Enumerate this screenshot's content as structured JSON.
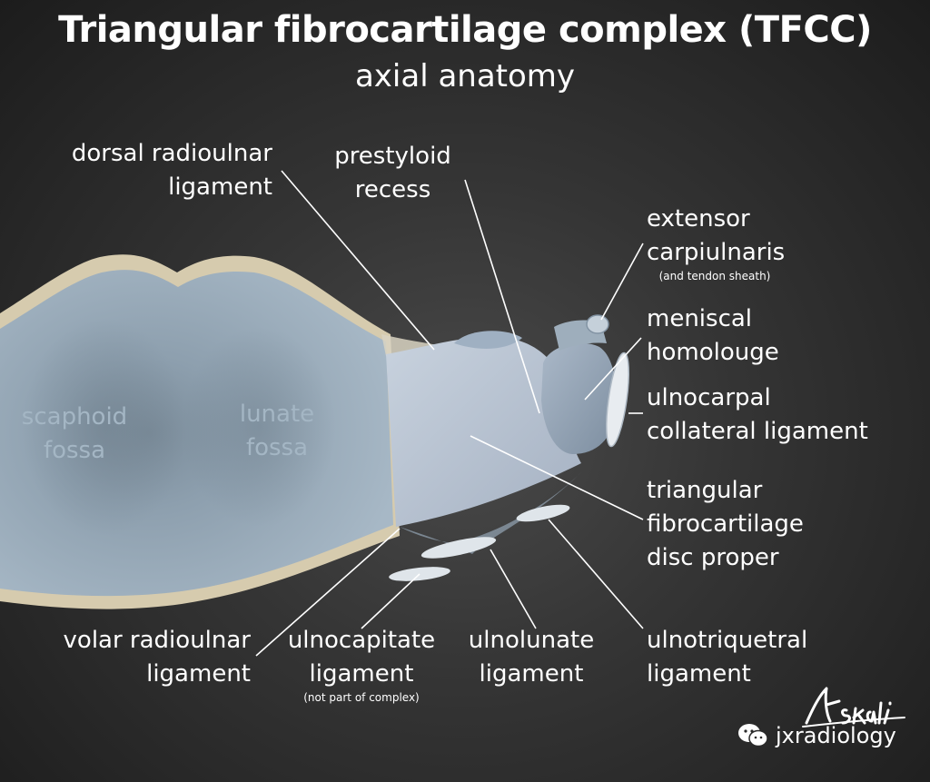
{
  "title": "Triangular fibrocartilage complex (TFCC)",
  "subtitle": "axial anatomy",
  "fossae": {
    "scaphoid": [
      "scaphoid",
      "fossa"
    ],
    "lunate": [
      "lunate",
      "fossa"
    ]
  },
  "labels": {
    "dorsal_radioulnar": [
      "dorsal radioulnar",
      "ligament"
    ],
    "prestyloid_recess": [
      "prestyloid",
      "recess"
    ],
    "extensor_carpi_ulnaris": [
      "extensor",
      "carpiulnaris"
    ],
    "extensor_note": "(and tendon sheath)",
    "meniscal_homologue": [
      "meniscal",
      "homolouge"
    ],
    "ulnocarpal_collateral": [
      "ulnocarpal",
      "collateral ligament"
    ],
    "tfc_disc": [
      "triangular",
      "fibrocartilage",
      "disc proper"
    ],
    "volar_radioulnar": [
      "volar radioulnar",
      "ligament"
    ],
    "ulnocapitate": [
      "ulnocapitate",
      "ligament"
    ],
    "ulnocapitate_note": "(not part of complex)",
    "ulnolunate": [
      "ulnolunate",
      "ligament"
    ],
    "ulnotriquetral": [
      "ulnotriquetral",
      "ligament"
    ]
  },
  "watermark": {
    "text": "jxradiology",
    "icon": "wechat-icon"
  },
  "colors": {
    "background": "#2e2e2e",
    "bone_rim": "#d7ccb0",
    "cartilage": "#8fa3b3",
    "disc": "#b7c2d2",
    "label": "#ffffff",
    "fossa_label": "#a4b6c4"
  }
}
